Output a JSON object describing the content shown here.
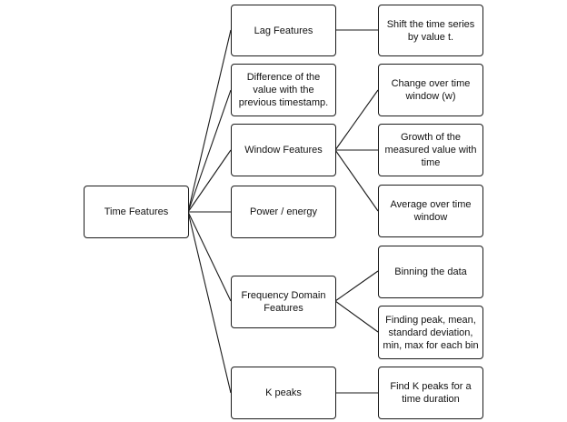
{
  "root": {
    "label": "Time Features"
  },
  "branches": [
    {
      "label": "Lag Features",
      "children": [
        "Shift the time series by value t."
      ]
    },
    {
      "label": "Difference of the value with the previous timestamp.",
      "children": []
    },
    {
      "label": "Window Features",
      "children": [
        "Change over time window (w)",
        "Growth of the measured value with time",
        "Average over time window"
      ]
    },
    {
      "label": "Power / energy",
      "children": []
    },
    {
      "label": "Frequency Domain Features",
      "children": [
        "Binning the data",
        "Finding peak, mean, standard deviation, min, max for each bin"
      ]
    },
    {
      "label": "K peaks",
      "children": [
        "Find K peaks for a time duration"
      ]
    }
  ]
}
